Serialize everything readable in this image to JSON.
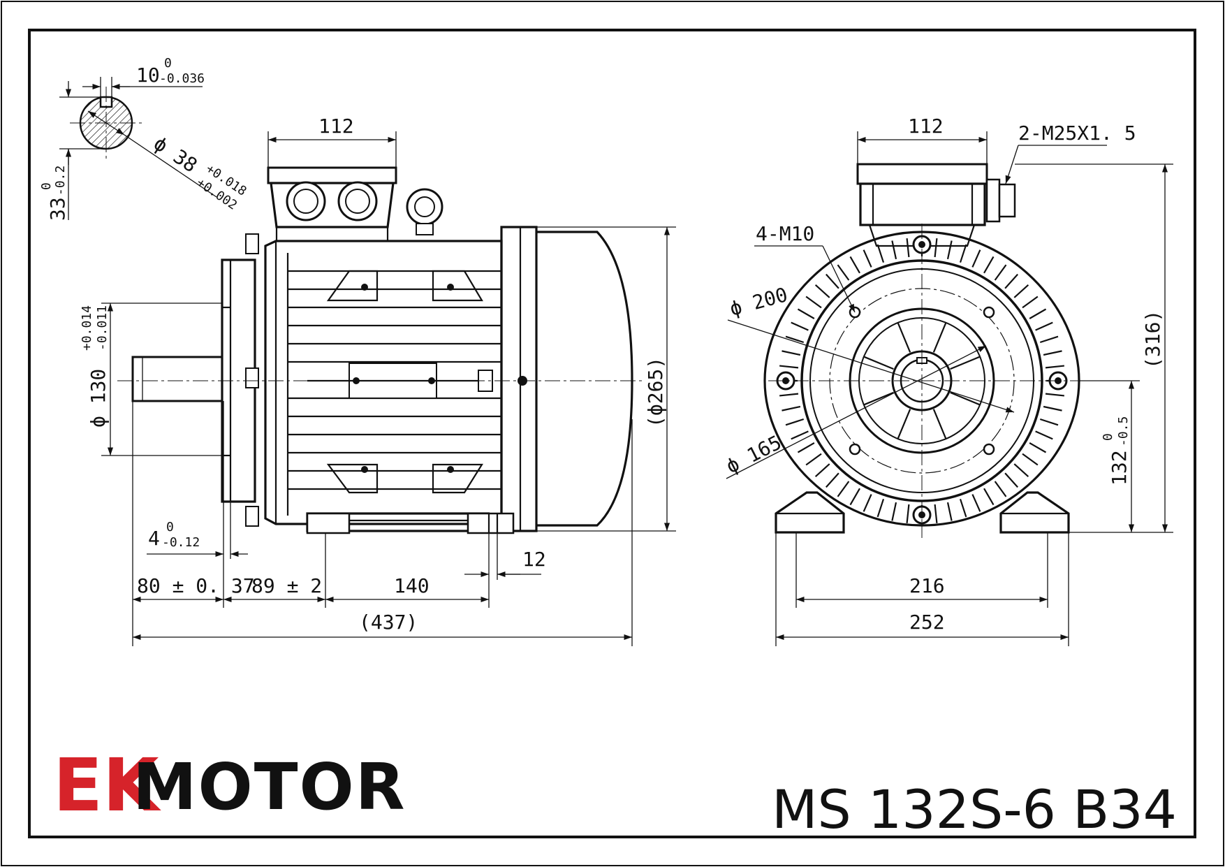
{
  "drawing": {
    "shaft_section": {
      "key_width": "10",
      "key_width_tol_upper": "0",
      "key_width_tol_lower": "-0.036",
      "shaft_diameter": "ϕ 38",
      "shaft_diameter_tol_upper": "+0.018",
      "shaft_diameter_tol_lower": "+0.002",
      "key_height": "33",
      "key_height_tol_upper": "0",
      "key_height_tol_lower": "-0.2"
    },
    "side_view": {
      "terminal_box_width": "112",
      "spigot_diameter": "ϕ 130",
      "spigot_tol_upper": "+0.014",
      "spigot_tol_lower": "-0.011",
      "overall_diameter": "(ϕ265)",
      "flange_step": "4",
      "flange_step_tol_upper": "0",
      "flange_step_tol_lower": "-0.12",
      "shaft_length": "80 ± 0. 37",
      "shaft_to_foot": "89 ± 2",
      "foot_spacing": "140",
      "foot_hole": "12",
      "overall_length": "(437)"
    },
    "front_view": {
      "terminal_box_width": "112",
      "cable_glands": "2-M25X1. 5",
      "flange_holes": "4-M10",
      "pcd": "ϕ 200",
      "spigot": "ϕ 165",
      "overall_height": "(316)",
      "shaft_height": "132",
      "shaft_height_tol_upper": "0",
      "shaft_height_tol_lower": "-0.5",
      "foot_hole_spacing": "216",
      "foot_width": "252"
    }
  },
  "title_block": {
    "logo_mark": "EK",
    "brand": "MOTOR",
    "model": "MS 132S-6 B34"
  },
  "colors": {
    "logo_red": "#d6232a",
    "ink": "#111111"
  }
}
